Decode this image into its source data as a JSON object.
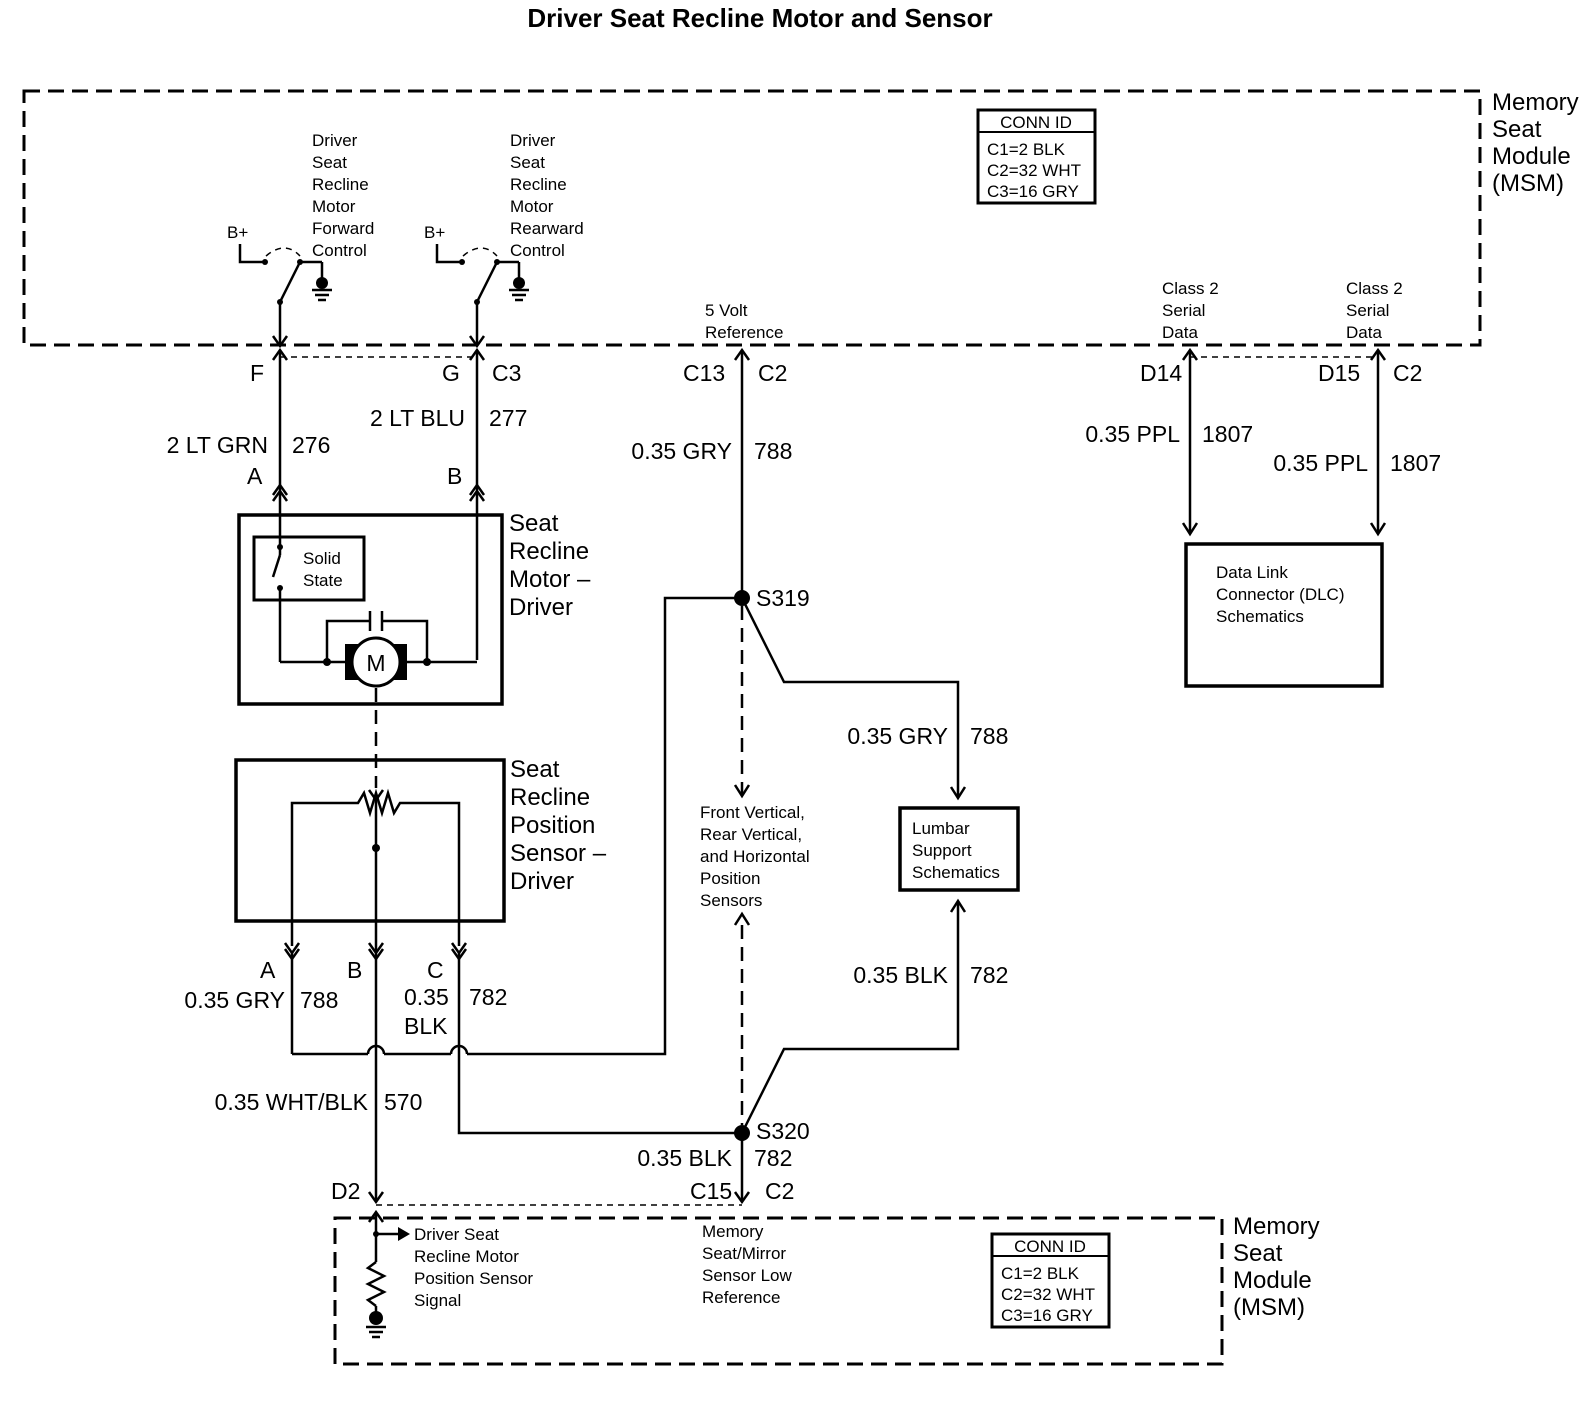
{
  "title": "Driver Seat Recline Motor and Sensor",
  "module_top": {
    "name_lines": [
      "Memory",
      "Seat",
      "Module",
      "(MSM)"
    ]
  },
  "module_bottom": {
    "name_lines": [
      "Memory",
      "Seat",
      "Module",
      "(MSM)"
    ]
  },
  "conn_id_top": {
    "header": "CONN ID",
    "lines": [
      "C1=2 BLK",
      "C2=32 WHT",
      "C3=16 GRY"
    ]
  },
  "conn_id_bottom": {
    "header": "CONN ID",
    "lines": [
      "C1=2 BLK",
      "C2=32 WHT",
      "C3=16 GRY"
    ]
  },
  "fwd_control": {
    "bplus": "B+",
    "lines": [
      "Driver",
      "Seat",
      "Recline",
      "Motor",
      "Forward",
      "Control"
    ]
  },
  "rwd_control": {
    "bplus": "B+",
    "lines": [
      "Driver",
      "Seat",
      "Recline",
      "Motor",
      "Rearward",
      "Control"
    ]
  },
  "ref5v": {
    "lines": [
      "5 Volt",
      "Reference"
    ]
  },
  "class2_a": {
    "lines": [
      "Class 2",
      "Serial",
      "Data"
    ]
  },
  "class2_b": {
    "lines": [
      "Class 2",
      "Serial",
      "Data"
    ]
  },
  "pins_top": {
    "f": "F",
    "g": "G",
    "c3": "C3",
    "c13": "C13",
    "c2a": "C2",
    "d14": "D14",
    "d15": "D15",
    "c2b": "C2"
  },
  "wires": {
    "w276_size": "2 LT GRN",
    "w276_num": "276",
    "w277_size": "2 LT BLU",
    "w277_num": "277",
    "w788_top_size": "0.35 GRY",
    "w788_top_num": "788",
    "w1807a_size": "0.35 PPL",
    "w1807a_num": "1807",
    "w1807b_size": "0.35 PPL",
    "w1807b_num": "1807",
    "w788_lumbar_size": "0.35 GRY",
    "w788_lumbar_num": "788",
    "w782_lumbar_size": "0.35 BLK",
    "w782_lumbar_num": "782",
    "w788_sensor_size": "0.35 GRY",
    "w788_sensor_num": "788",
    "w782_sensor_size_a": "0.35",
    "w782_sensor_size_b": "BLK",
    "w782_sensor_num": "782",
    "w570_size": "0.35 WHT/BLK",
    "w570_num": "570",
    "w782_bottom_size": "0.35 BLK",
    "w782_bottom_num": "782"
  },
  "motor": {
    "pin_a": "A",
    "pin_b": "B",
    "name_lines": [
      "Seat",
      "Recline",
      "Motor –",
      "Driver"
    ],
    "solid_state": [
      "Solid",
      "State"
    ],
    "m": "M"
  },
  "sensor": {
    "name_lines": [
      "Seat",
      "Recline",
      "Position",
      "Sensor –",
      "Driver"
    ],
    "pin_a": "A",
    "pin_b": "B",
    "pin_c": "C"
  },
  "splices": {
    "s319": "S319",
    "s320": "S320"
  },
  "dlc": {
    "lines": [
      "Data Link",
      "Connector (DLC)",
      "Schematics"
    ]
  },
  "lumbar": {
    "lines": [
      "Lumbar",
      "Support",
      "Schematics"
    ]
  },
  "front_sensors": {
    "lines": [
      "Front Vertical,",
      "Rear Vertical,",
      "and Horizontal",
      "Position",
      "Sensors"
    ]
  },
  "pins_bottom": {
    "d2": "D2",
    "c15": "C15",
    "c2": "C2"
  },
  "signal_label": {
    "lines": [
      "Driver Seat",
      "Recline Motor",
      "Position Sensor",
      "Signal"
    ]
  },
  "low_ref_label": {
    "lines": [
      "Memory",
      "Seat/Mirror",
      "Sensor Low",
      "Reference"
    ]
  }
}
